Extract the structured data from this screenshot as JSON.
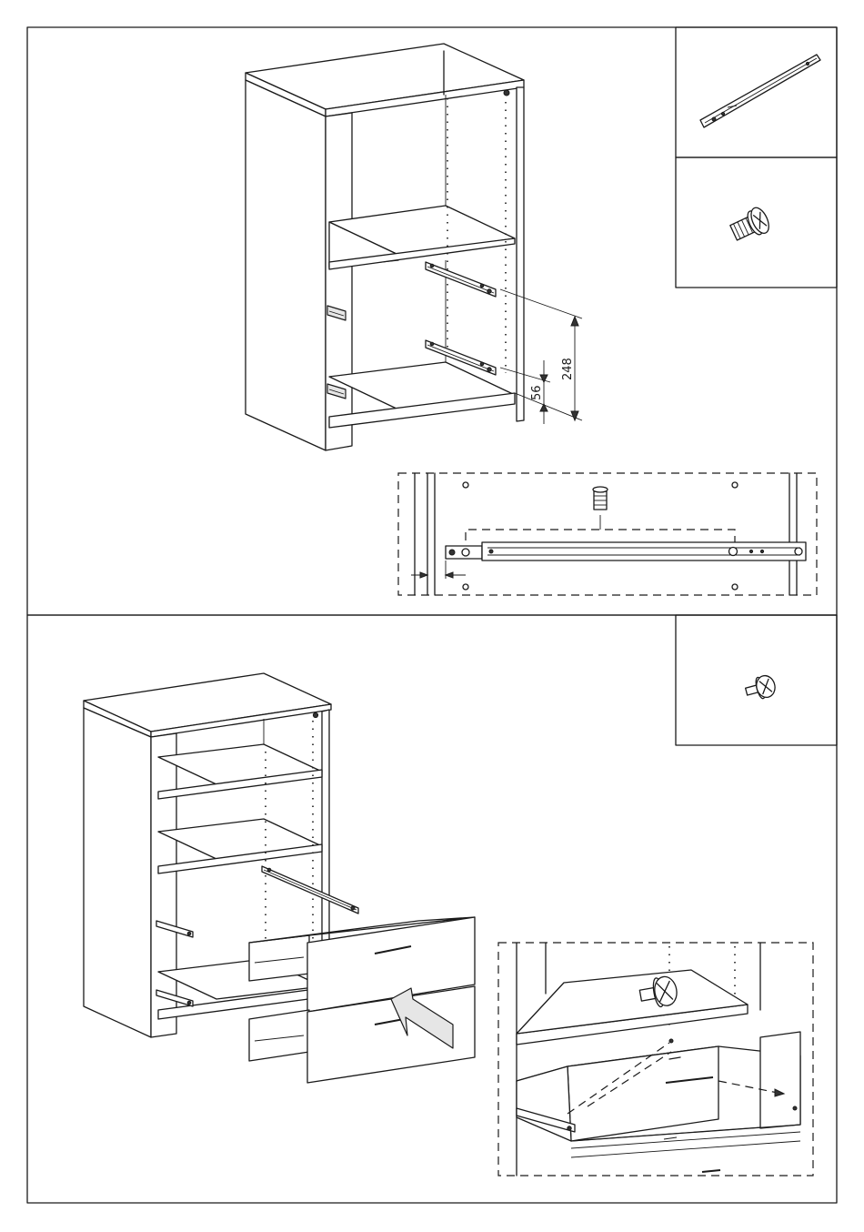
{
  "dimensions": {
    "spacing_upper": "248",
    "spacing_lower": "56"
  },
  "parts": [
    {
      "name": "drawer-runner",
      "icon": "drawer-slide-icon"
    },
    {
      "name": "euro-screw",
      "icon": "euro-screw-icon"
    },
    {
      "name": "drawer-screw",
      "icon": "flange-screw-icon"
    }
  ],
  "colors": {
    "ink": "#1a1a1a",
    "paper": "#ffffff",
    "shade": "#e6e6e6"
  }
}
